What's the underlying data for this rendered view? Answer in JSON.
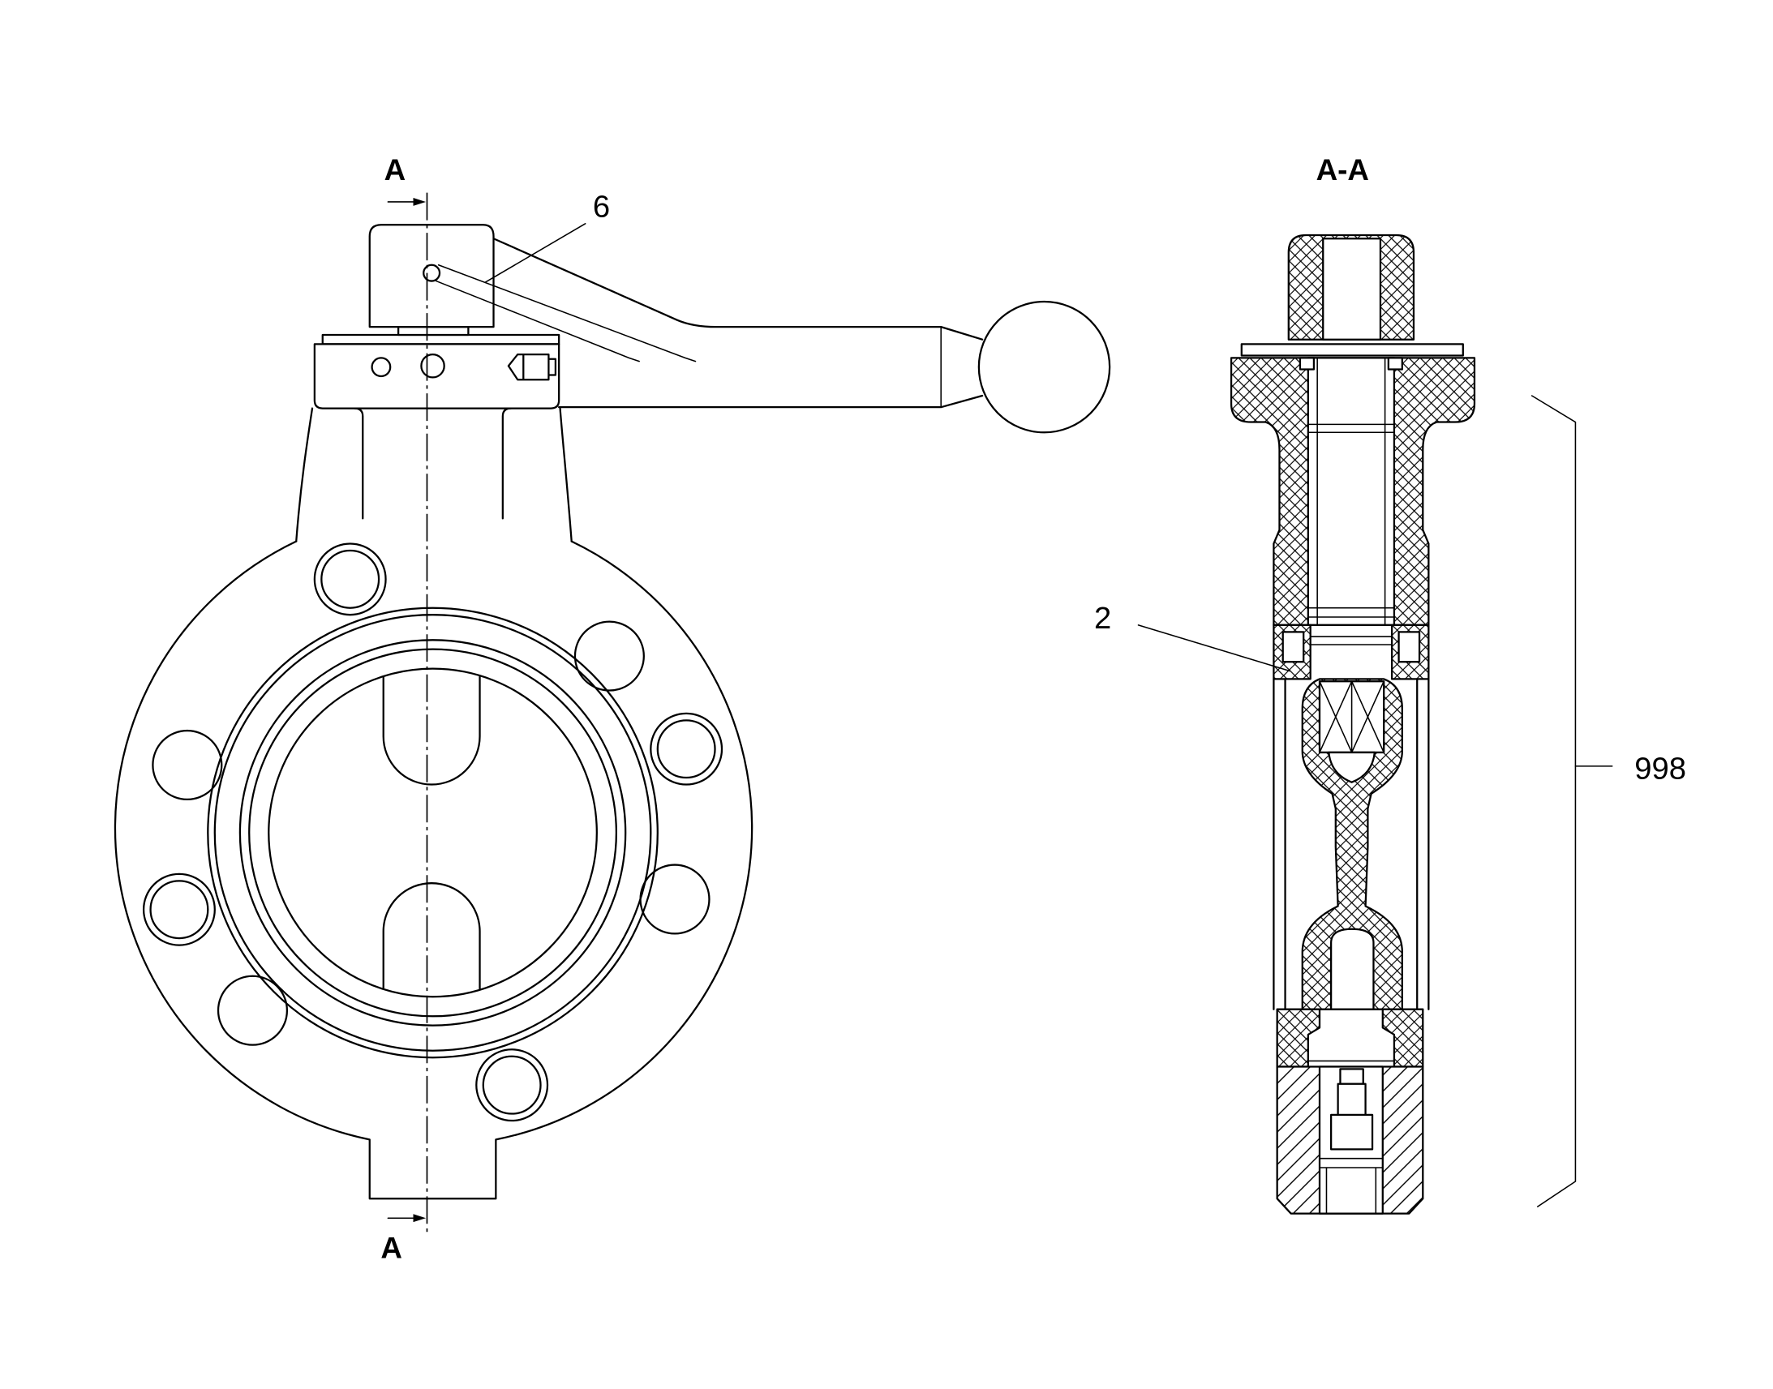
{
  "front_view": {
    "section_mark_top": "A",
    "section_mark_bottom": "A",
    "callout_lever": "6"
  },
  "section_view": {
    "title": "A-A",
    "callout_disc": "2",
    "callout_assembly": "998"
  }
}
